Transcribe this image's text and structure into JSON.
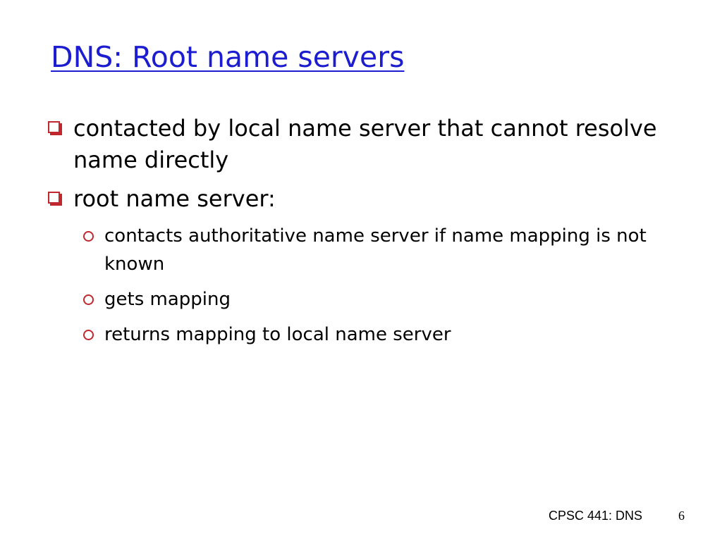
{
  "slide": {
    "title": "DNS: Root name servers",
    "bullets": [
      {
        "text": "contacted by local name server that cannot resolve name directly",
        "icon": "square-bullet-icon"
      },
      {
        "text": "root name server:",
        "icon": "square-bullet-icon",
        "sub": [
          {
            "text": "contacts authoritative name server if name mapping is not known",
            "icon": "circle-bullet-icon"
          },
          {
            "text": "gets mapping",
            "icon": "circle-bullet-icon"
          },
          {
            "text": "returns mapping to local name server",
            "icon": "circle-bullet-icon"
          }
        ]
      }
    ],
    "footer": {
      "course": "CPSC 441: DNS",
      "page_number": "6"
    },
    "colors": {
      "title": "#1c1cd0",
      "bullet": "#c0282d",
      "text": "#000000",
      "background": "#ffffff"
    }
  }
}
